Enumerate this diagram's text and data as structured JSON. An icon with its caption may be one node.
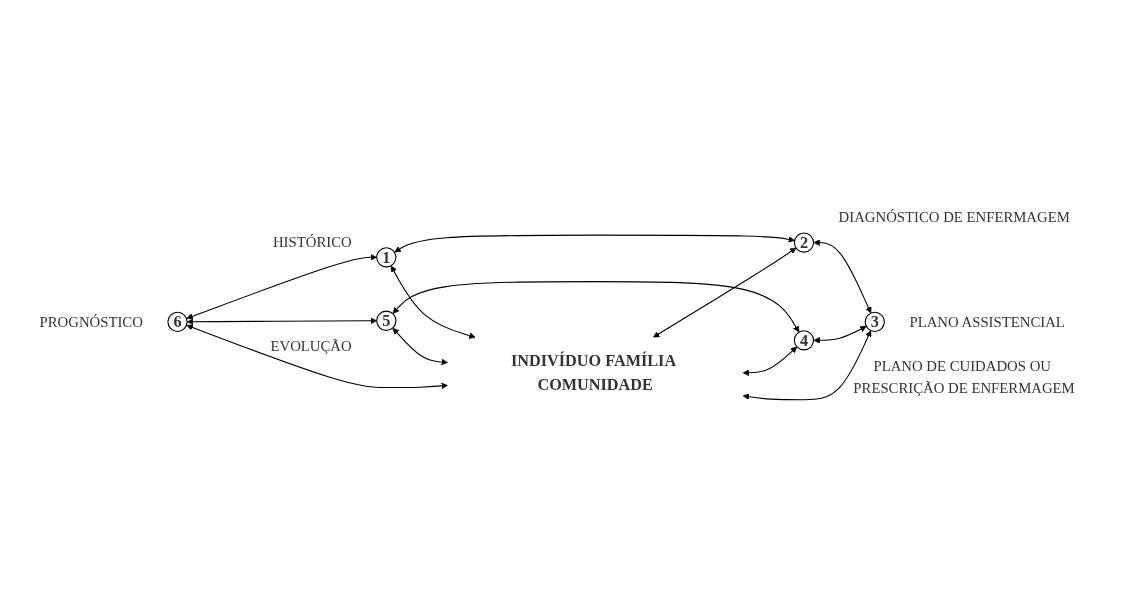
{
  "diagram": {
    "nodes": [
      {
        "text": [
          "1"
        ],
        "beside": [
          "HISTÓRICO"
        ]
      },
      {
        "text": [
          "2"
        ],
        "beside": [
          "DIAGNÓSTICO DE ENFERMAGEM"
        ]
      },
      {
        "text": [
          "3"
        ],
        "beside": [
          "PLANO ASSISTENCIAL"
        ]
      },
      {
        "text": [
          "4"
        ],
        "beside": [
          "PLANO DE CUIDADOS OU PRESCRIÇÃO DE ENFERMAGEM"
        ]
      },
      {
        "text": [
          "5"
        ],
        "beside": [
          "EVOLUÇÃO"
        ]
      },
      {
        "text": [
          "6"
        ],
        "beside": [
          "PROGNÓSTICO"
        ]
      },
      {
        "text": [
          "INDIVÍDUO FAMÍLIA COMUNIDADE"
        ]
      }
    ],
    "edges": [
      {
        "from": 0,
        "to": 1,
        "arrow": "both"
      },
      {
        "from": 1,
        "to": 2,
        "arrow": "both"
      },
      {
        "from": 3,
        "to": 2,
        "arrow": "both"
      },
      {
        "from": 4,
        "to": 3,
        "arrow": "both"
      },
      {
        "from": 5,
        "to": 4,
        "arrow": "both"
      },
      {
        "from": 5,
        "to": 0,
        "arrow": "both"
      },
      {
        "from": 0,
        "to": 6,
        "arrow": "both"
      },
      {
        "from": 6,
        "to": 1,
        "arrow": "both"
      },
      {
        "from": 6,
        "to": 2,
        "arrow": "both"
      },
      {
        "from": 6,
        "to": 3,
        "arrow": "both"
      },
      {
        "from": 4,
        "to": 6,
        "arrow": "both"
      },
      {
        "from": 5,
        "to": 6,
        "arrow": "both"
      }
    ]
  }
}
